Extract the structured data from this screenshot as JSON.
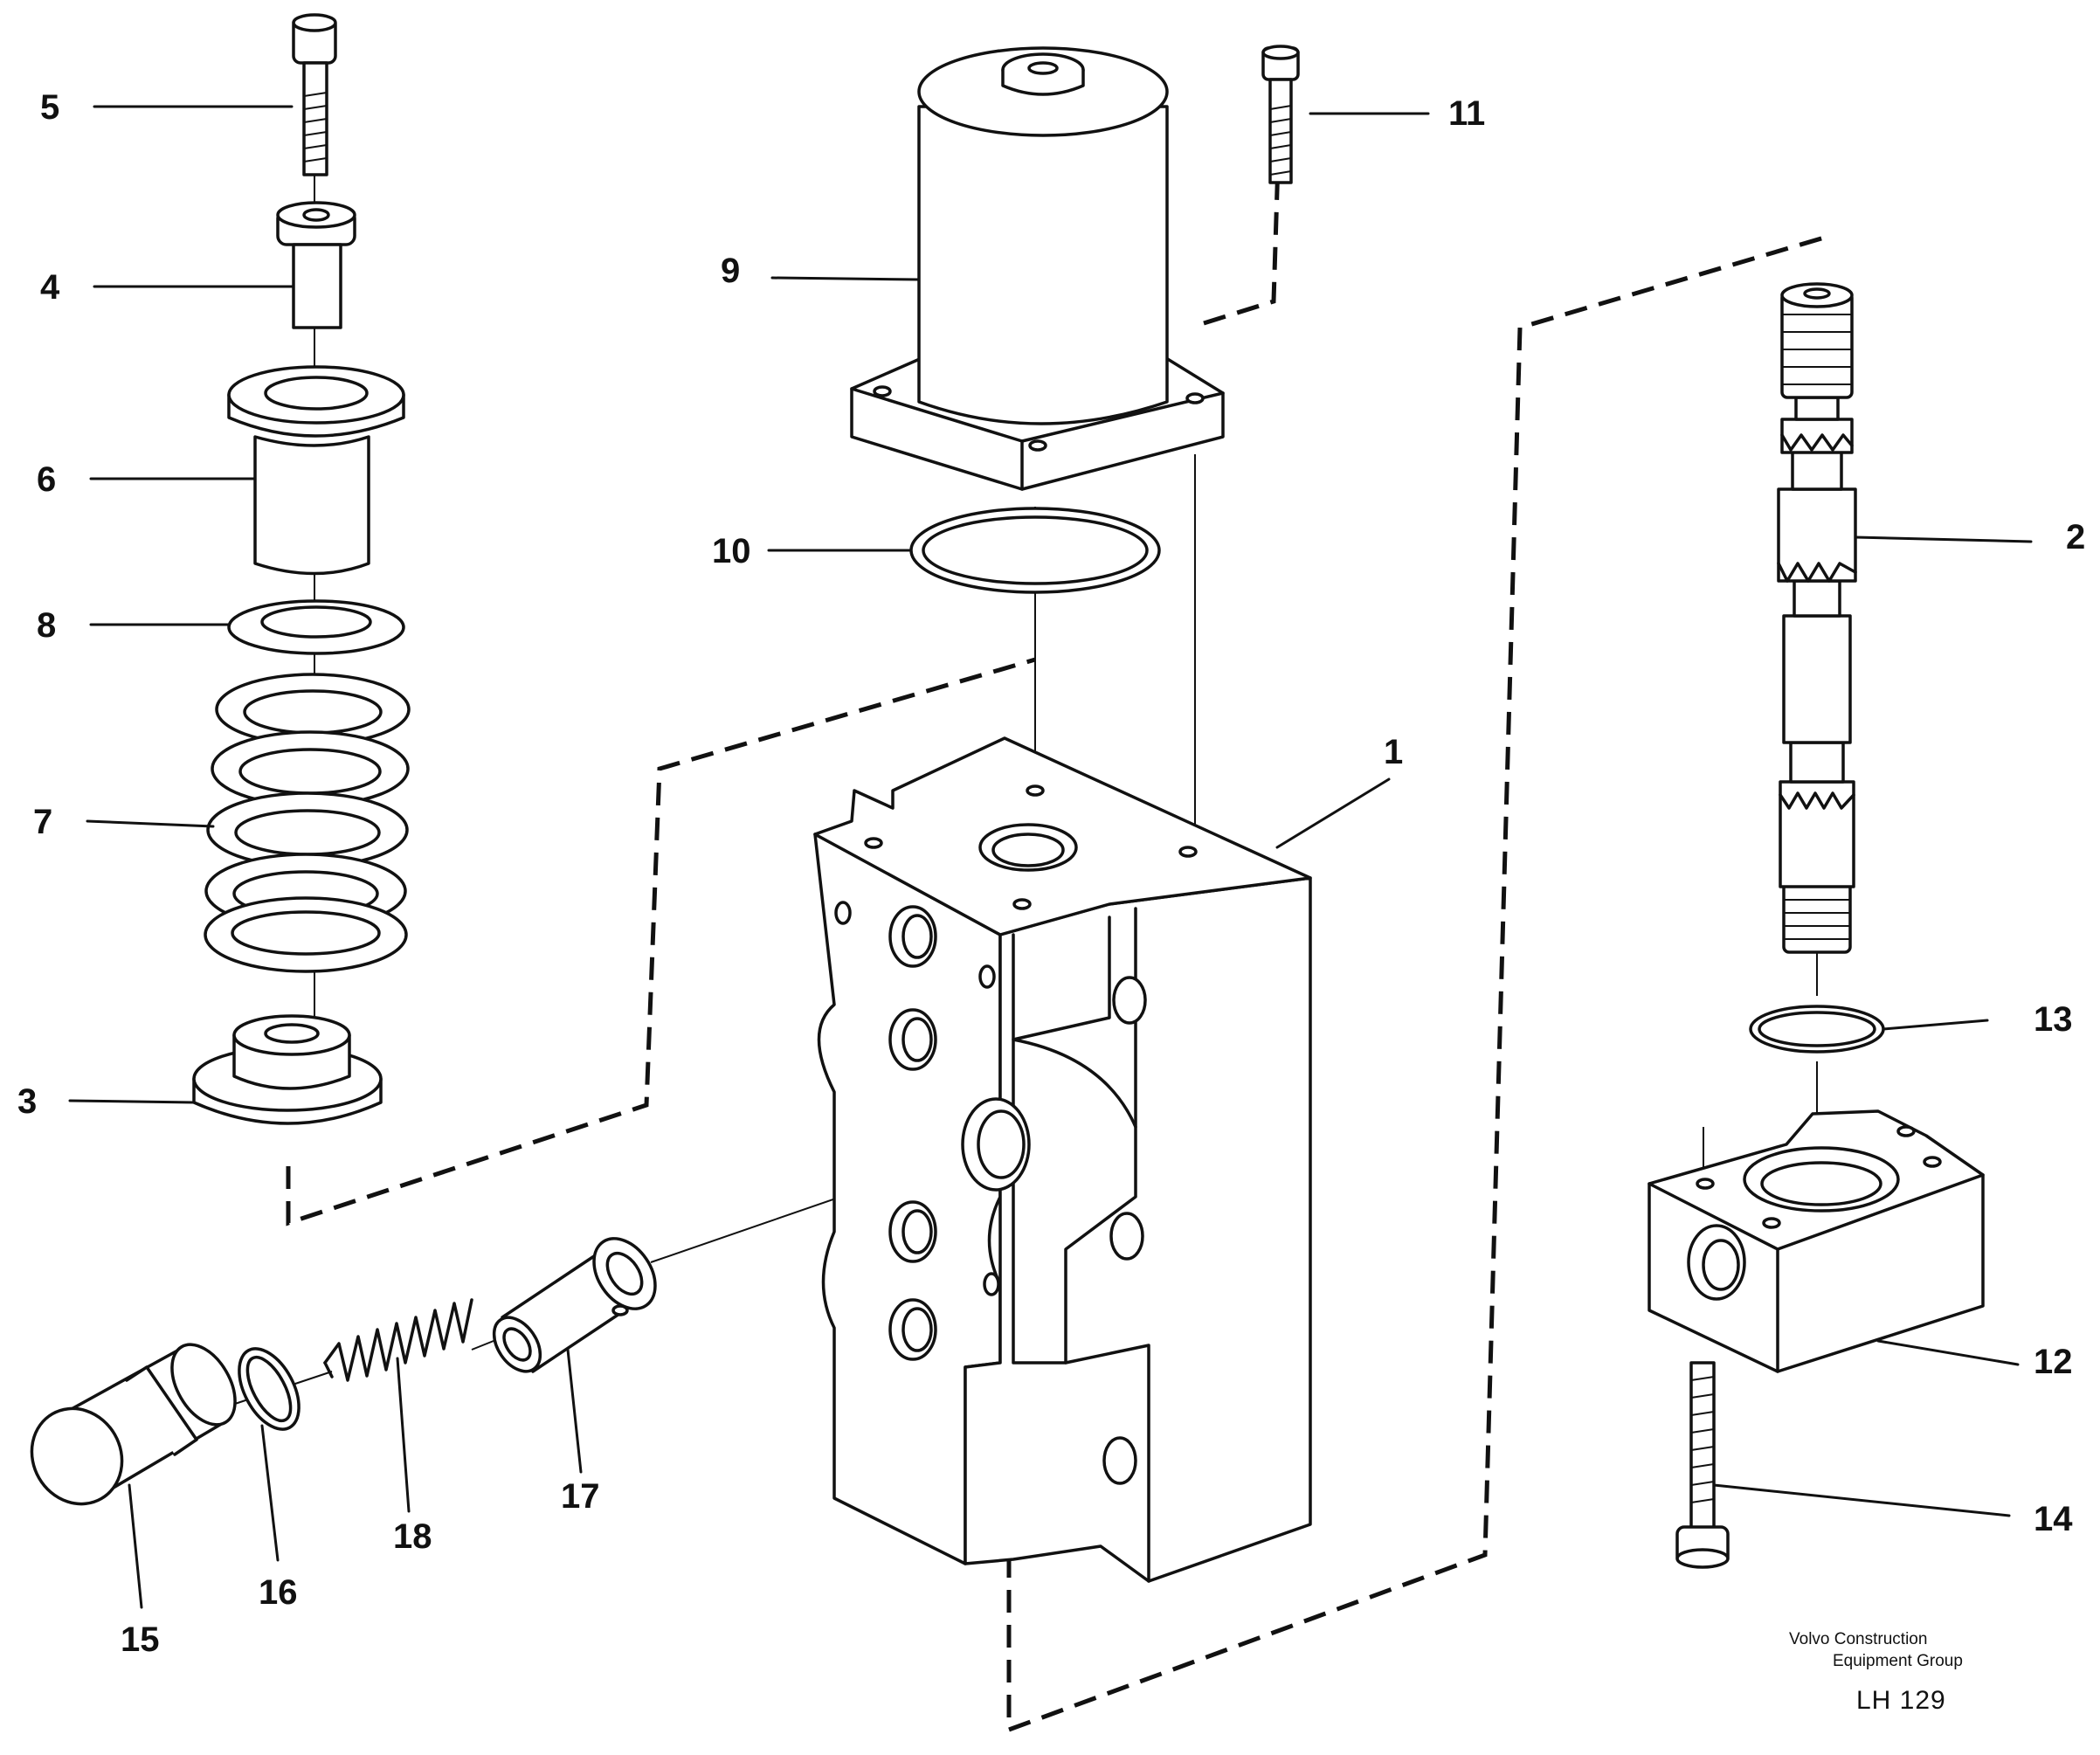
{
  "diagram": {
    "callouts": [
      {
        "id": "p1",
        "label": "1"
      },
      {
        "id": "p2",
        "label": "2"
      },
      {
        "id": "p3",
        "label": "3"
      },
      {
        "id": "p4",
        "label": "4"
      },
      {
        "id": "p5",
        "label": "5"
      },
      {
        "id": "p6",
        "label": "6"
      },
      {
        "id": "p7",
        "label": "7"
      },
      {
        "id": "p8",
        "label": "8"
      },
      {
        "id": "p9",
        "label": "9"
      },
      {
        "id": "p10",
        "label": "10"
      },
      {
        "id": "p11",
        "label": "11"
      },
      {
        "id": "p12",
        "label": "12"
      },
      {
        "id": "p13",
        "label": "13"
      },
      {
        "id": "p14",
        "label": "14"
      },
      {
        "id": "p15",
        "label": "15"
      },
      {
        "id": "p16",
        "label": "16"
      },
      {
        "id": "p17",
        "label": "17"
      },
      {
        "id": "p18",
        "label": "18"
      }
    ],
    "credit_line1": "Volvo Construction",
    "credit_line2": "Equipment Group",
    "drawing_code": "LH 129"
  }
}
